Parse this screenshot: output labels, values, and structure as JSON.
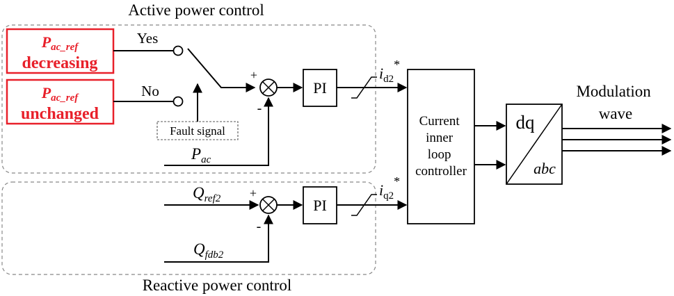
{
  "groups": {
    "active": "Active power control",
    "reactive": "Reactive power control"
  },
  "refs": {
    "decreasing": {
      "sym": "P",
      "sub": "ac_ref",
      "word": "decreasing"
    },
    "unchanged": {
      "sym": "P",
      "sub": "ac_ref",
      "word": "unchanged"
    }
  },
  "switch": {
    "yes": "Yes",
    "no": "No"
  },
  "fault": "Fault signal",
  "signals": {
    "pac": {
      "sym": "P",
      "sub": "ac"
    },
    "qref": {
      "sym": "Q",
      "sub": "ref2"
    },
    "qfdb": {
      "sym": "Q",
      "sub": "fdb2"
    },
    "id": {
      "sym": "i",
      "sub": "d2",
      "sup": "*"
    },
    "iq": {
      "sym": "i",
      "sub": "q2",
      "sup": "*"
    }
  },
  "signs": {
    "plus": "+",
    "minus": "-"
  },
  "pi": "PI",
  "controller": [
    "Current",
    "inner",
    "loop",
    "controller"
  ],
  "transform": {
    "top": "dq",
    "bottom": "abc"
  },
  "output": [
    "Modulation",
    "wave"
  ],
  "colors": {
    "highlight": "#e8202a",
    "line": "#000000",
    "group_border": "#888888"
  }
}
